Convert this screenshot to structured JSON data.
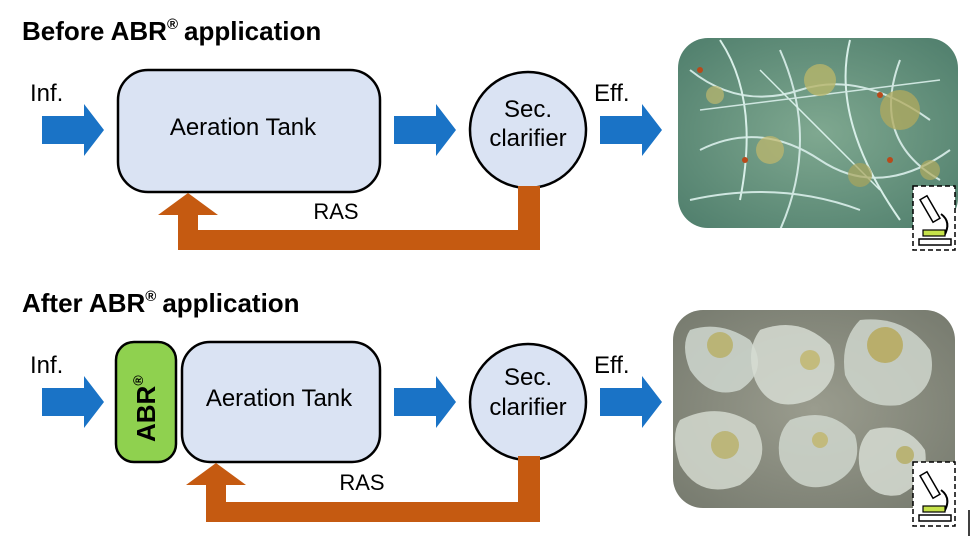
{
  "before": {
    "heading": "Before ABR",
    "heading_mark": "®",
    "heading_suffix": "application",
    "influent": "Inf.",
    "tank": "Aeration Tank",
    "clarifier_line1": "Sec.",
    "clarifier_line2": "clarifier",
    "effluent": "Eff.",
    "recycle": "RAS",
    "micrograph_icon": "microscope-icon"
  },
  "after": {
    "heading": "After ABR",
    "heading_mark": "®",
    "heading_suffix": "application",
    "influent": "Inf.",
    "abr_label": "ABR",
    "abr_mark": "®",
    "tank": "Aeration Tank",
    "clarifier_line1": "Sec.",
    "clarifier_line2": "clarifier",
    "effluent": "Eff.",
    "recycle": "RAS",
    "micrograph_icon": "microscope-icon"
  },
  "colors": {
    "flow_arrow": "#1a73c6",
    "recycle_arrow": "#c55a11",
    "tank_fill": "#dae3f3",
    "abr_fill": "#8fd14f",
    "micrograph_bg_before": "#5f8a78",
    "micrograph_bg_after": "#8a8d80"
  }
}
